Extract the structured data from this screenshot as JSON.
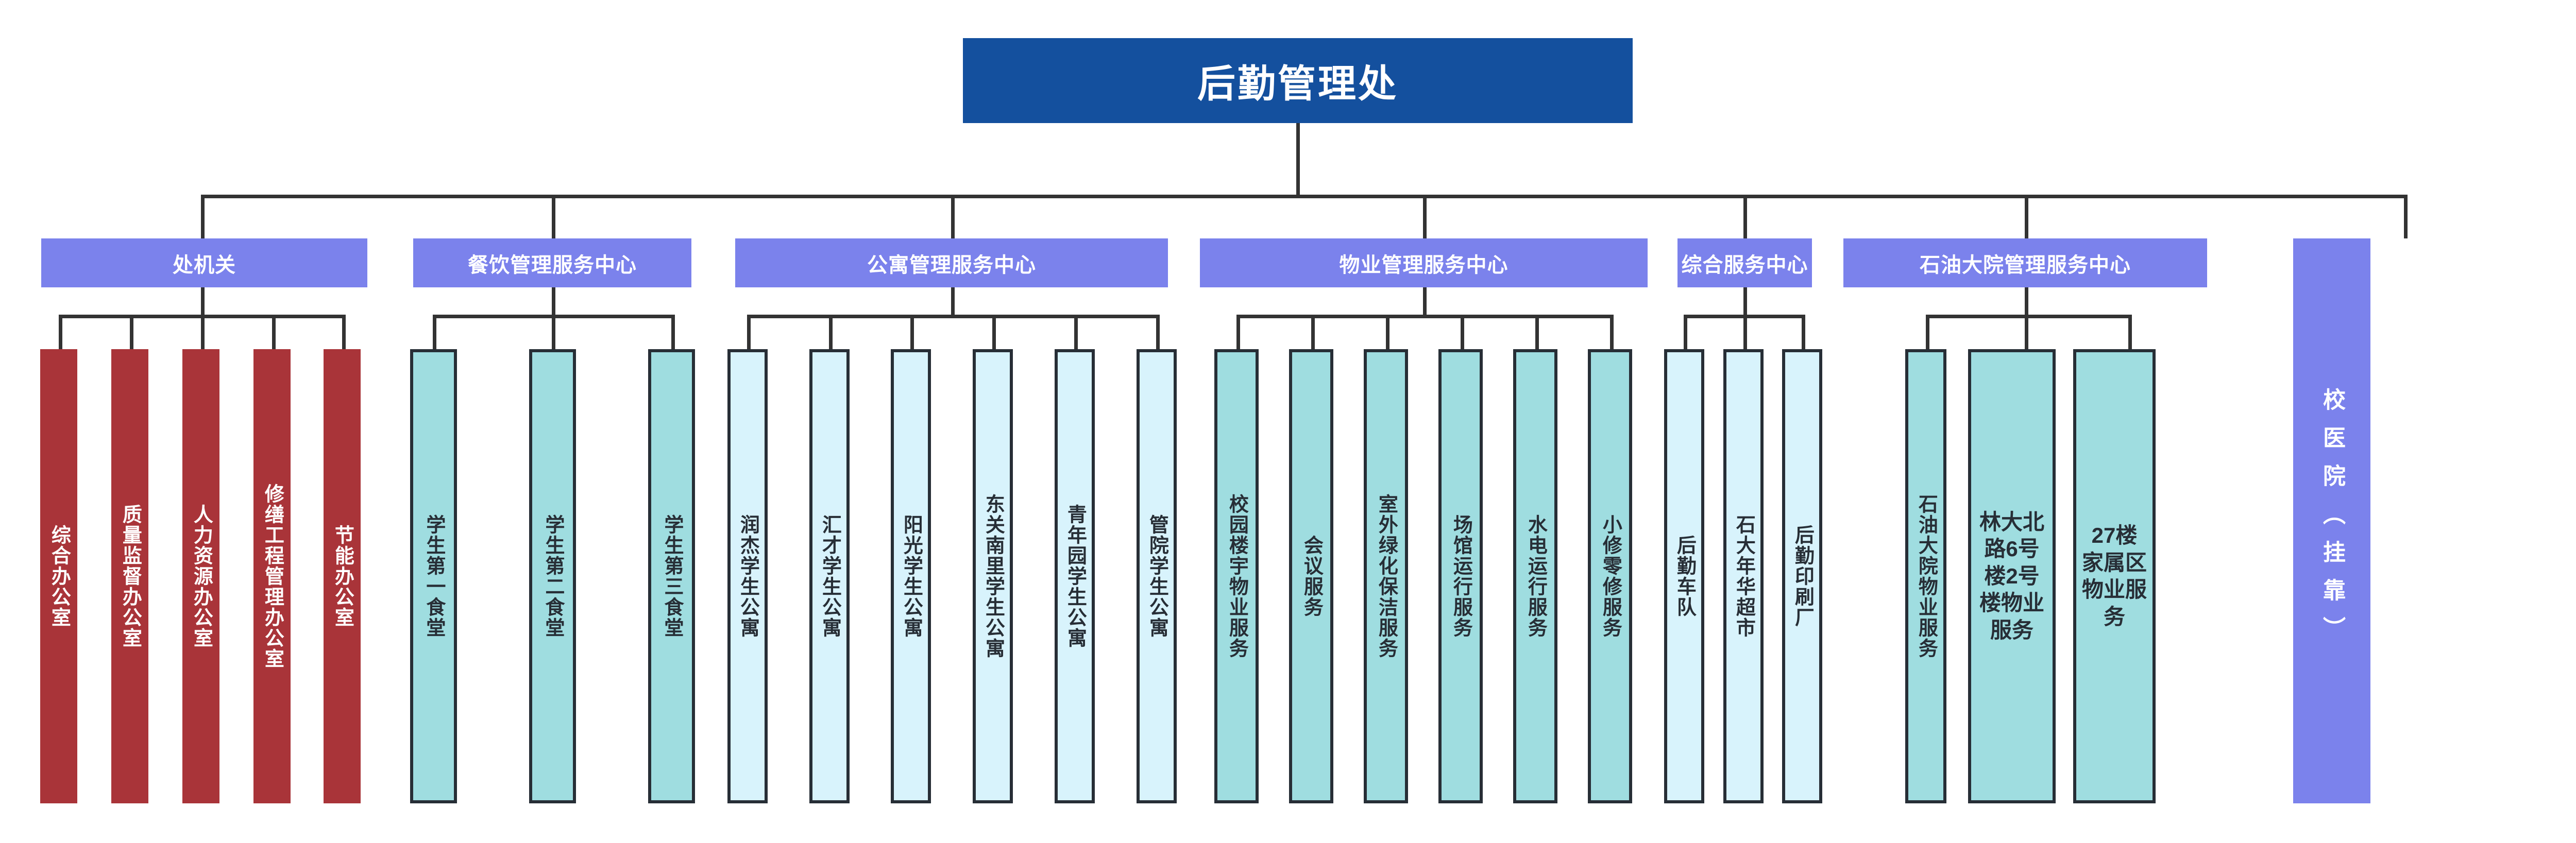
{
  "chart_data": {
    "type": "diagram",
    "title": "后勤管理处",
    "root": {
      "label": "后勤管理处",
      "fill": "#14509E",
      "text_color": "#ffffff"
    },
    "departments": [
      {
        "label": "处机关",
        "fill": "#7B82EC",
        "children_fill": "#A93439",
        "children": [
          "综合办公室",
          "质量监督办公室",
          "人力资源办公室",
          "修缮工程管理办公室",
          "节能办公室"
        ]
      },
      {
        "label": "餐饮管理服务中心",
        "fill": "#7B82EC",
        "children_fill": "#9FDDE0",
        "children": [
          "学生第一食堂",
          "学生第二食堂",
          "学生第三食堂"
        ]
      },
      {
        "label": "公寓管理服务中心",
        "fill": "#7B82EC",
        "children_fill": "#D8F3FC",
        "children": [
          "润杰学生公寓",
          "汇才学生公寓",
          "阳光学生公寓",
          "东关南里学生公寓",
          "青年园学生公寓",
          "管院学生公寓"
        ]
      },
      {
        "label": "物业管理服务中心",
        "fill": "#7B82EC",
        "children_fill": "#9FDDE0",
        "children": [
          "校园楼宇物业服务",
          "会议服务",
          "室外绿化保洁服务",
          "场馆运行服务",
          "水电运行服务",
          "小修零修服务"
        ]
      },
      {
        "label": "综合服务中心",
        "fill": "#7B82EC",
        "children_fill": "#D8F3FC",
        "children": [
          "后勤车队",
          "石大年华超市",
          "后勤印刷厂"
        ]
      },
      {
        "label": "石油大院管理服务中心",
        "fill": "#7B82EC",
        "children_fill": "#9FDDE0",
        "children": [
          "石油大院物业服务",
          "林大北路6号楼2号楼物业服务",
          "27楼家属区物业服务"
        ]
      }
    ],
    "standalone": {
      "label": "校医院（挂靠）",
      "fill": "#7B82EC",
      "text_color": "#ffffff"
    }
  },
  "root": {
    "label": "后勤管理处"
  },
  "dept": {
    "d0": {
      "label": "处机关"
    },
    "d1": {
      "label": "餐饮管理服务中心"
    },
    "d2": {
      "label": "公寓管理服务中心"
    },
    "d3": {
      "label": "物业管理服务中心"
    },
    "d4": {
      "label": "综合服务中心"
    },
    "d5": {
      "label": "石油大院管理服务中心"
    }
  },
  "g0": {
    "c0": "综合办公室",
    "c1": "质量监督办公室",
    "c2": "人力资源办公室",
    "c3": "修缮工程管理办公室",
    "c4": "节能办公室"
  },
  "g1": {
    "c0": "学生第一食堂",
    "c1": "学生第二食堂",
    "c2": "学生第三食堂"
  },
  "g2": {
    "c0": "润杰学生公寓",
    "c1": "汇才学生公寓",
    "c2": "阳光学生公寓",
    "c3": "东关南里学生公寓",
    "c4": "青年园学生公寓",
    "c5": "管院学生公寓"
  },
  "g3": {
    "c0": "校园楼宇物业服务",
    "c1": "会议服务",
    "c2": "室外绿化保洁服务",
    "c3": "场馆运行服务",
    "c4": "水电运行服务",
    "c5": "小修零修服务"
  },
  "g4": {
    "c0": "后勤车队",
    "c1": "石大年华超市",
    "c2": "后勤印刷厂"
  },
  "g5": {
    "c0": "石油大院物业服务",
    "c1": "林大北路6号楼2号楼物业服务",
    "c2": "27楼家属区物业服务"
  },
  "clinic": {
    "label": "校医院（挂靠）"
  }
}
